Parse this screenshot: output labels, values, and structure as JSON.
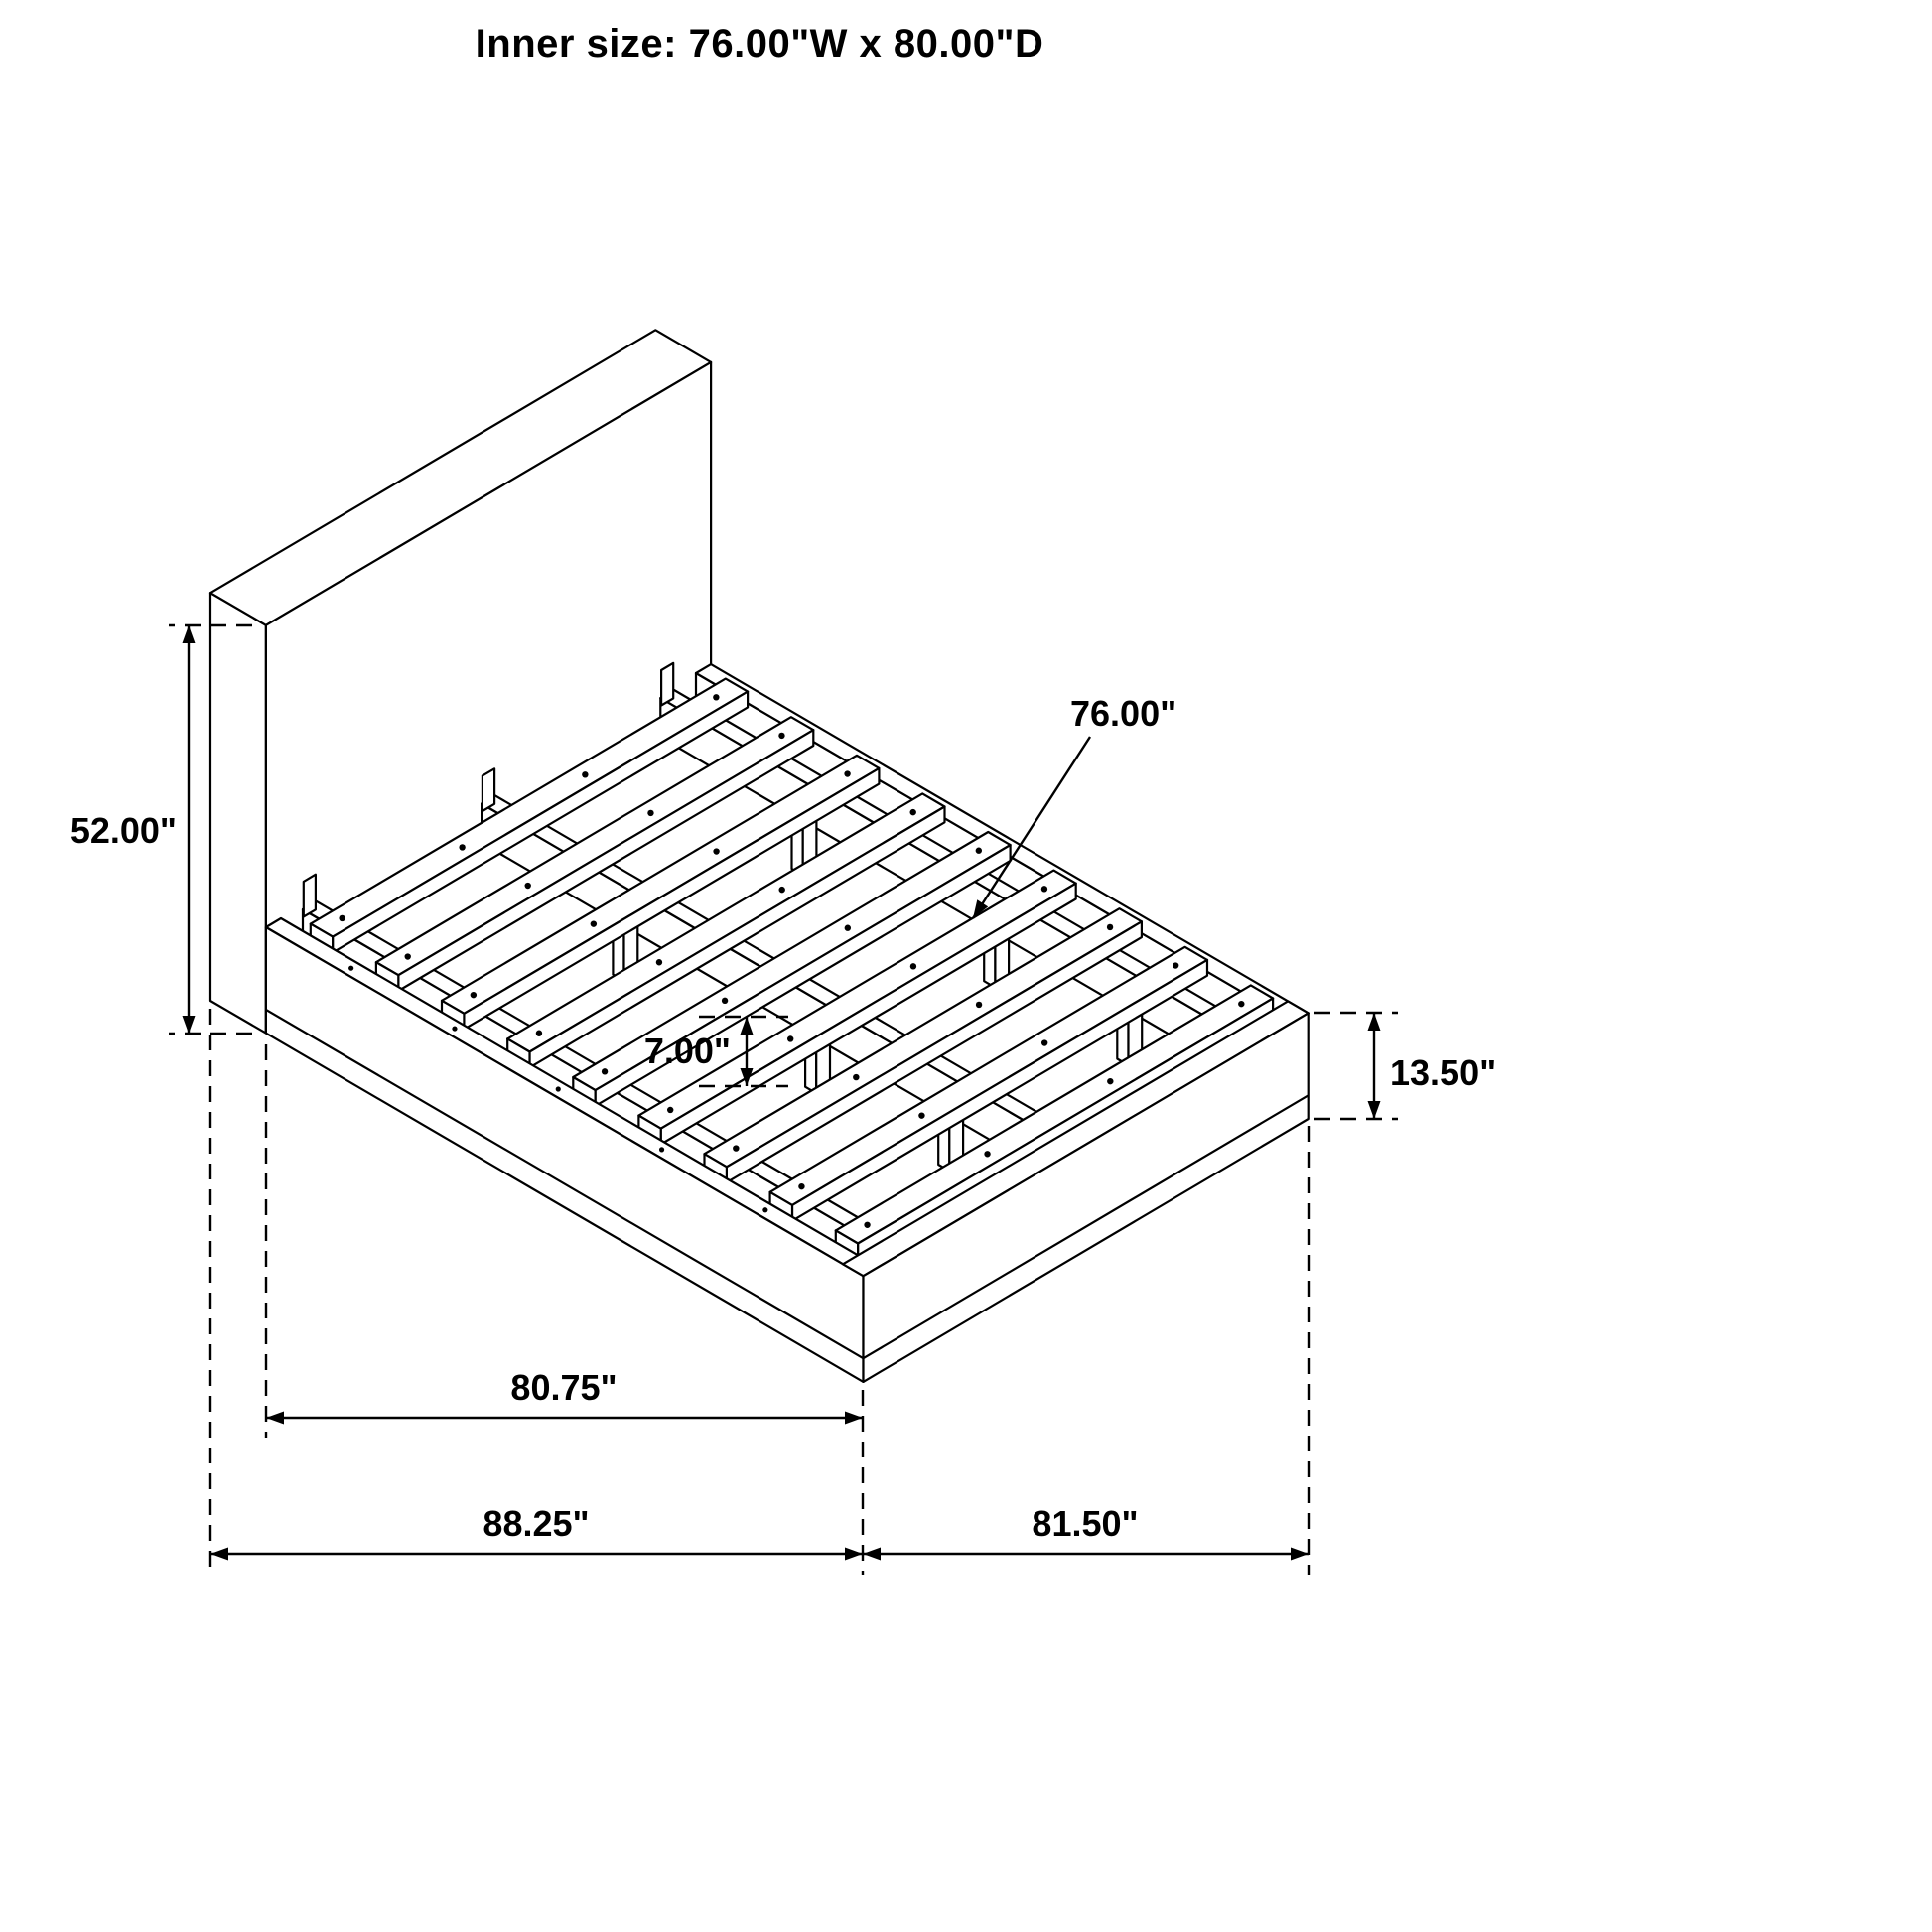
{
  "title": "Inner size: 76.00\"W x 80.00\"D",
  "dimensions": {
    "headboard_height": {
      "value": 52.0,
      "label": "52.00\""
    },
    "slat_length": {
      "value": 76.0,
      "label": "76.00\""
    },
    "support_height": {
      "value": 7.0,
      "label": "7.00\""
    },
    "platform_height": {
      "value": 13.5,
      "label": "13.50\""
    },
    "platform_depth": {
      "value": 80.75,
      "label": "80.75\""
    },
    "total_depth": {
      "value": 88.25,
      "label": "88.25\""
    },
    "total_width": {
      "value": 81.5,
      "label": "81.50\""
    }
  },
  "inner_size": {
    "width": 76.0,
    "depth": 80.0
  },
  "model": {
    "total_width": 81.5,
    "total_depth": 88.25,
    "platform_depth": 80.75,
    "headboard_thickness": 7.5,
    "headboard_height": 52,
    "platform_height": 13.5,
    "inner_width": 76,
    "inner_depth": 80,
    "slat_count": 9,
    "line_color": "#000000",
    "fill_color": "#ffffff"
  }
}
